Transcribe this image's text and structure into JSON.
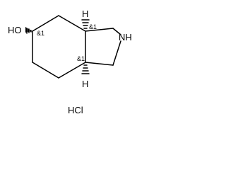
{
  "structure": {
    "atoms": {
      "hydroxyl": "HO",
      "amine": "NH",
      "hydrogen_top": "H",
      "hydrogen_bottom": "H"
    },
    "stereo_flags": [
      "&1",
      "&1",
      "&1"
    ],
    "salt": "HCl"
  }
}
